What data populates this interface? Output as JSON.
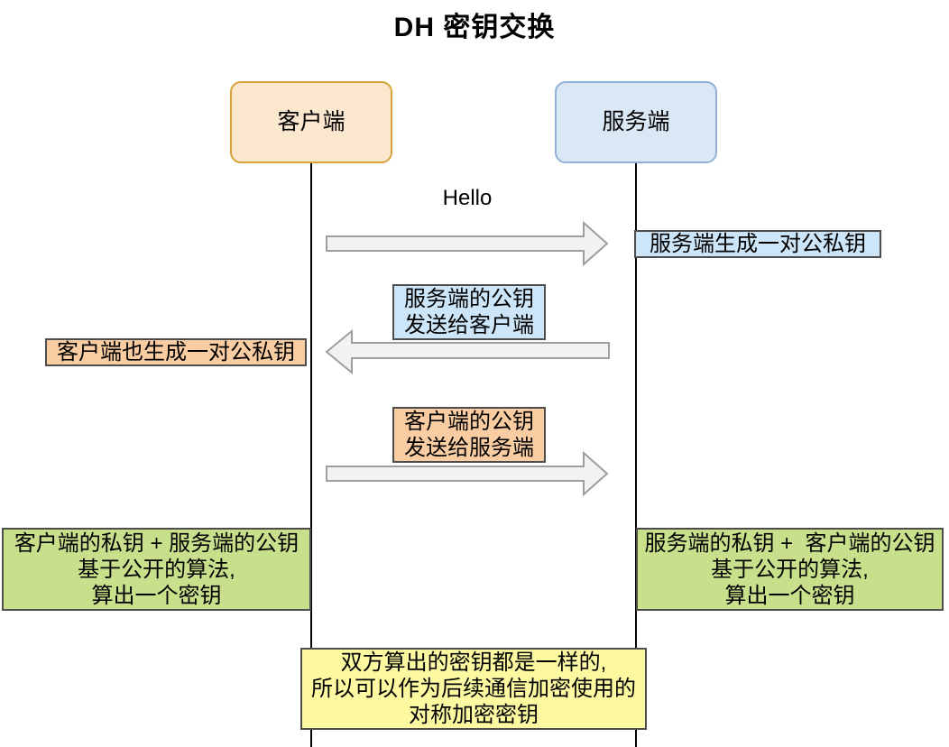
{
  "title": "DH 密钥交换",
  "actors": {
    "client": "客户端",
    "server": "服务端"
  },
  "messages": {
    "hello": "Hello",
    "server_pubkey": "服务端的公钥\n发送给客户端",
    "client_pubkey": "客户端的公钥\n发送给服务端"
  },
  "notes": {
    "server_keygen": "服务端生成一对公私钥",
    "client_keygen": "客户端也生成一对公私钥",
    "client_derive": "客户端的私钥 + 服务端的公钥\n基于公开的算法,\n算出一个密钥",
    "server_derive": "服务端的私钥 +  客户端的公钥\n基于公开的算法,\n算出一个密钥",
    "conclusion": "双方算出的密钥都是一样的,\n所以可以作为后续通信加密使用的\n对称加密密钥"
  },
  "colors": {
    "client_fill": "#FBE7CE",
    "client_border": "#D8A13A",
    "server_fill": "#DAE8F5",
    "server_border": "#92B1D6",
    "note_blue_fill": "#CCE5F8",
    "note_orange_fill": "#FACCA2",
    "note_green_fill": "#C8DF8B",
    "note_yellow_fill": "#FCF9A1",
    "note_border": "#4D4D4D",
    "arrow_fill": "#F2F2F2",
    "arrow_stroke": "#9E9E9E",
    "lifeline": "#000000"
  }
}
